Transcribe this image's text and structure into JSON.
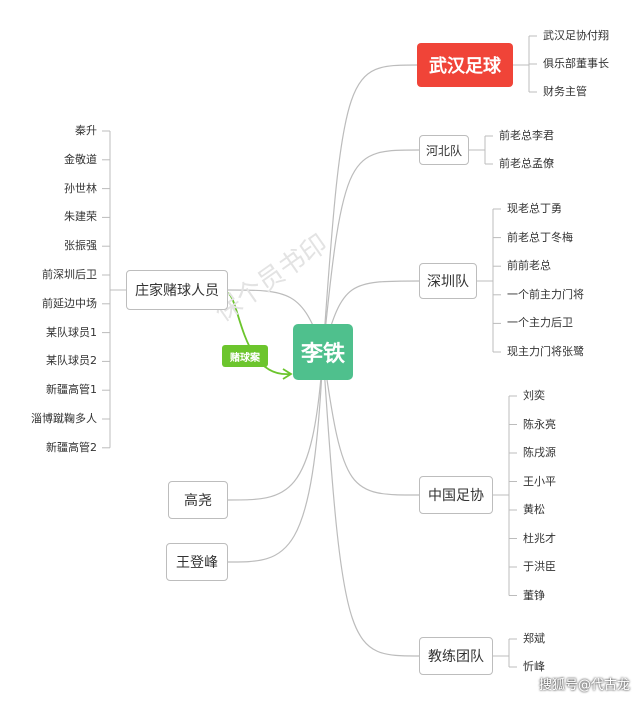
{
  "center": "李铁",
  "link_tag": "赌球案",
  "watermark": "保个员书印",
  "credit": "搜狐号@代古龙",
  "colors": {
    "center": "#4fc08d",
    "highlight": "#f04438",
    "tag": "#6cc52d",
    "line": "#bcbcbc"
  },
  "branches": {
    "wuhan": {
      "label": "武汉足球",
      "children": [
        "武汉足协付翔",
        "俱乐部董事长",
        "财务主管"
      ]
    },
    "hebei": {
      "label": "河北队",
      "children": [
        "前老总李君",
        "前老总孟僚"
      ]
    },
    "shenzhen": {
      "label": "深圳队",
      "children": [
        "现老总丁勇",
        "前老总丁冬梅",
        "前前老总",
        "一个前主力门将",
        "一个主力后卫",
        "现主力门将张鹭"
      ]
    },
    "china": {
      "label": "中国足协",
      "children": [
        "刘奕",
        "陈永亮",
        "陈戌源",
        "王小平",
        "黄松",
        "杜兆才",
        "于洪臣",
        "董铮"
      ]
    },
    "coach": {
      "label": "教练团队",
      "children": [
        "郑斌",
        "忻峰"
      ]
    },
    "bookie": {
      "label": "庄家赌球人员",
      "children": [
        "秦升",
        "金敬道",
        "孙世林",
        "朱建荣",
        "张振强",
        "前深圳后卫",
        "前延边中场",
        "某队球员1",
        "某队球员2",
        "新疆高管1",
        "淄博蹴鞠多人",
        "新疆高管2"
      ]
    },
    "gaoyao": {
      "label": "高尧",
      "children": []
    },
    "wangdengfeng": {
      "label": "王登峰",
      "children": []
    }
  }
}
